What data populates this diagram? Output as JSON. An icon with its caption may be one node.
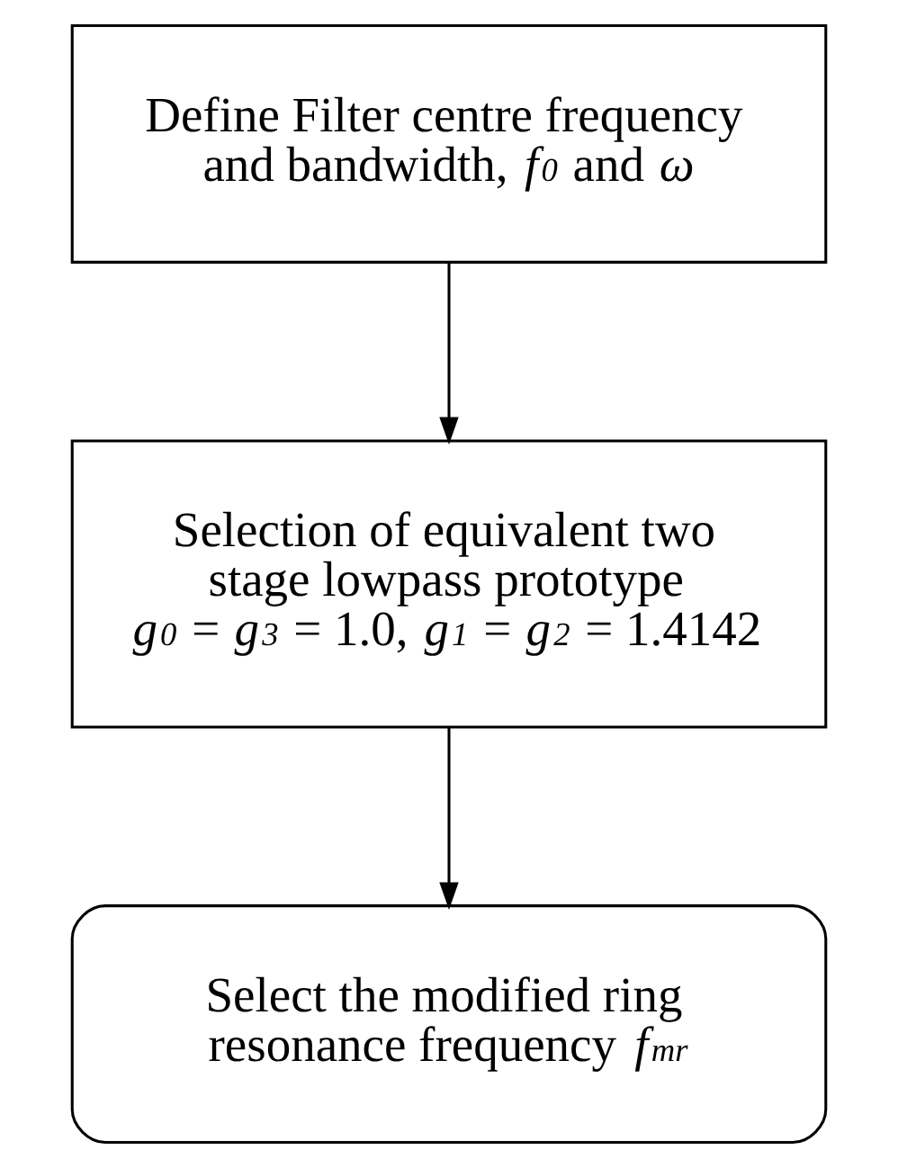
{
  "diagram": {
    "nodes": [
      {
        "text": [
          "Define Filter centre frequency and bandwidth, *f*$_{0}$ and *ω*"
        ]
      },
      {
        "text": [
          "Selection of equivalent two stage lowpass prototype *g*$_{0}$ = *g*$_{3}$ = 1.0, *g*$_{1}$ = *g*$_{2}$ = 1.4142"
        ]
      },
      {
        "text": [
          "Select the modified ring resonance frequency *f*$_{mr}$"
        ]
      }
    ],
    "edges": [
      {
        "from": 0,
        "to": 1,
        "arrow": "to"
      },
      {
        "from": 1,
        "to": 2,
        "arrow": "to"
      }
    ]
  }
}
